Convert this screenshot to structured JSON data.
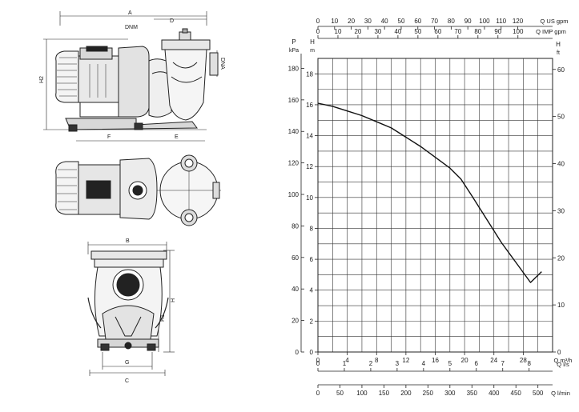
{
  "drawing": {
    "dim_labels": {
      "A": "A",
      "D": "D",
      "DNM": "DNM",
      "DNA": "DNA",
      "H2": "H2",
      "F": "F",
      "E": "E",
      "B": "B",
      "H": "H",
      "H1": "H1",
      "G": "G",
      "C": "C"
    }
  },
  "chart_data": {
    "type": "line",
    "title": "",
    "series": [
      {
        "x": [
          0,
          2,
          4,
          6,
          8,
          10,
          12,
          14,
          16,
          18,
          19.5,
          21,
          23,
          25,
          27,
          29,
          30.5
        ],
        "y": [
          16.1,
          15.9,
          15.6,
          15.3,
          14.9,
          14.5,
          13.9,
          13.3,
          12.6,
          11.9,
          11.2,
          10.1,
          8.6,
          7.1,
          5.8,
          4.5,
          5.2
        ]
      }
    ],
    "axes": {
      "left_primary": {
        "label": "H",
        "unit": "m",
        "range": [
          0,
          19
        ],
        "ticks": [
          "0",
          "2",
          "4",
          "6",
          "8",
          "10",
          "12",
          "14",
          "16",
          "18"
        ]
      },
      "left_secondary": {
        "label": "P",
        "unit": "kPa",
        "ticks": [
          "0",
          "20",
          "40",
          "60",
          "80",
          "100",
          "120",
          "140",
          "160",
          "180"
        ]
      },
      "right": {
        "label": "H",
        "unit": "ft",
        "ticks": [
          "0",
          "10",
          "20",
          "30",
          "40",
          "50",
          "60"
        ]
      },
      "bottom_1": {
        "label": "Q m³/h",
        "range": [
          0,
          32
        ],
        "ticks": [
          "0",
          "4",
          "8",
          "12",
          "16",
          "20",
          "24",
          "28"
        ]
      },
      "bottom_2": {
        "label": "Q l/s",
        "ticks": [
          "0",
          "1",
          "2",
          "3",
          "4",
          "5",
          "6",
          "7",
          "8"
        ]
      },
      "bottom_3": {
        "label": "Q l/min",
        "ticks": [
          "0",
          "50",
          "100",
          "150",
          "200",
          "250",
          "300",
          "350",
          "400",
          "450",
          "500"
        ]
      },
      "top_1": {
        "label": "Q US gpm",
        "ticks": [
          "0",
          "10",
          "20",
          "30",
          "40",
          "50",
          "60",
          "70",
          "80",
          "90",
          "100",
          "110",
          "120"
        ]
      },
      "top_2": {
        "label": "Q IMP gpm",
        "ticks": [
          "0",
          "10",
          "20",
          "30",
          "40",
          "50",
          "60",
          "70",
          "80",
          "90",
          "100"
        ]
      }
    },
    "grid": true
  }
}
